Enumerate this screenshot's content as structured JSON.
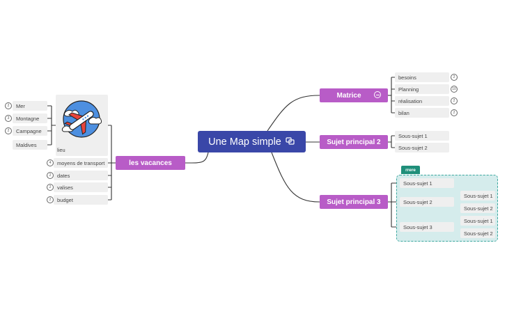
{
  "root": {
    "label": "Une Map simple"
  },
  "branches": {
    "matrice": {
      "label": "Matrice",
      "children": [
        {
          "label": "besoins",
          "count": "2"
        },
        {
          "label": "Planning",
          "count": "10"
        },
        {
          "label": "réalisation",
          "count": "2"
        },
        {
          "label": "bilan",
          "count": "2"
        }
      ]
    },
    "sujet2": {
      "label": "Sujet principal 2",
      "children": [
        {
          "label": "Sous-sujet 1"
        },
        {
          "label": "Sous-sujet 2"
        }
      ]
    },
    "sujet3": {
      "label": "Sujet principal 3",
      "boundary": "rrere",
      "children": [
        {
          "label": "Sous-sujet 1"
        },
        {
          "label": "Sous-sujet 2",
          "children": [
            {
              "label": "Sous-sujet 1"
            },
            {
              "label": "Sous-sujet 2"
            }
          ]
        },
        {
          "label": "Sous-sujet 3",
          "children": [
            {
              "label": "Sous-sujet 1"
            },
            {
              "label": "Sous-sujet 2"
            }
          ]
        }
      ]
    },
    "vacances": {
      "label": "les vacances",
      "children": [
        {
          "label": "lieu",
          "image": "airplane-illustration",
          "children": [
            {
              "label": "Mer",
              "count": "2"
            },
            {
              "label": "Montagne",
              "count": "3"
            },
            {
              "label": "Campagne",
              "count": "2"
            },
            {
              "label": "Maldives"
            }
          ]
        },
        {
          "label": "moyens de transport",
          "count": "4"
        },
        {
          "label": "dates",
          "count": "2"
        },
        {
          "label": "valises",
          "count": "2"
        },
        {
          "label": "budget",
          "count": "2"
        }
      ]
    }
  },
  "colors": {
    "root": "#3a47a8",
    "main": "#b85cc7",
    "leaf": "#efefef",
    "boundary": "#d5ecec",
    "boundary_border": "#3aa79e",
    "boundary_tag": "#1f8f7a",
    "line": "#333333"
  },
  "icons": {
    "root": "link-copy-icon",
    "matrice": "collapse-icon",
    "lieu": "airplane-icon"
  }
}
